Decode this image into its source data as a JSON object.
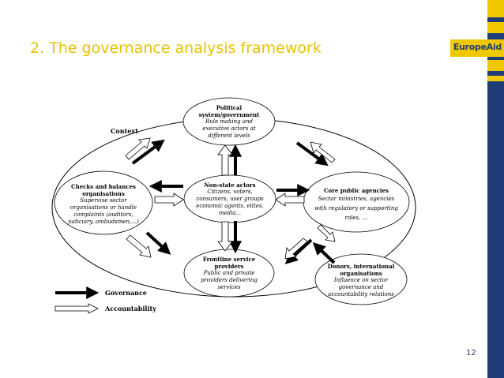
{
  "slide": {
    "title": "2. The governance analysis framework",
    "brand": "EuropeAid",
    "page_number": "12"
  },
  "colors": {
    "title": "#e8c200",
    "brand_yellow": "#f0c800",
    "brand_blue": "#1f3e79"
  },
  "diagram": {
    "context_label": "Context",
    "nodes": {
      "political": {
        "title": "Political system/government",
        "desc": "Rule making and executive actors at different levels"
      },
      "nonstate": {
        "title": "Non-state actors",
        "desc": "Citizens, voters, consumers, user groups economic agents, elites, media..."
      },
      "checks": {
        "title": "Checks and balances organisations",
        "desc": "Supervise sector organisations or handle complaints (auditors, judiciary, ombudsmen,...)"
      },
      "core": {
        "title": "Core public agencies",
        "desc": "Sector ministries, agencies with regulatory or supporting roles, …"
      },
      "frontline": {
        "title": "Frontline service providers",
        "desc": "Public and private providers delivering services"
      },
      "donors": {
        "title": "Donors, international organisations",
        "desc": "Influence on sector governance and accountability relations"
      }
    },
    "legend": {
      "governance": "Governance",
      "accountability": "Accountability"
    }
  }
}
